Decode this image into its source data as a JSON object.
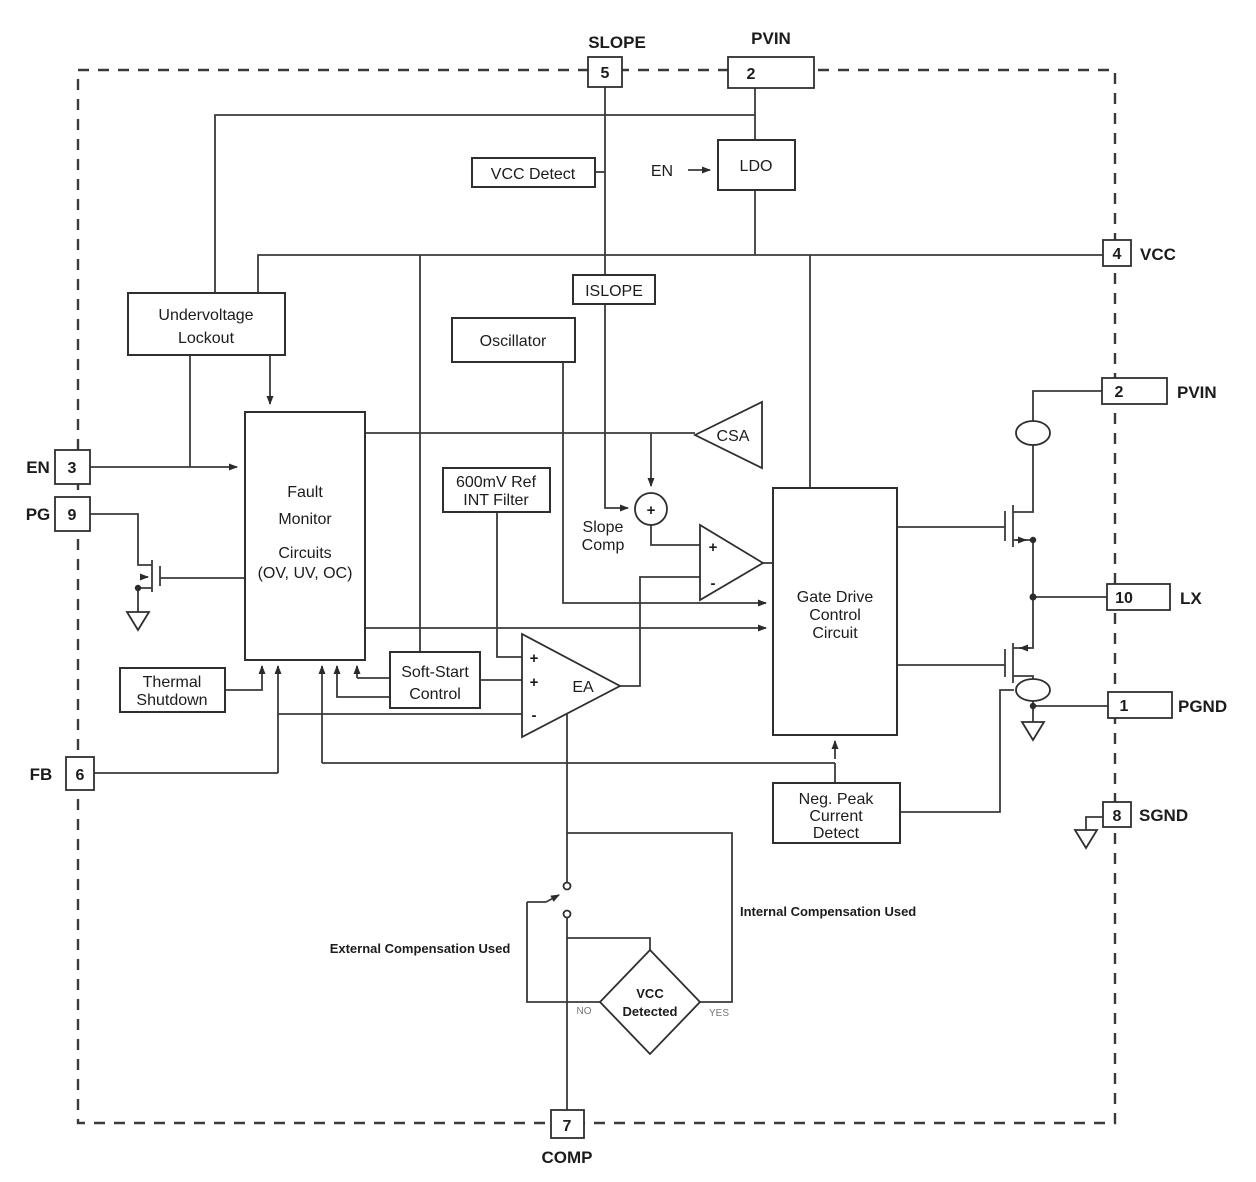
{
  "diagram_type": "ic-functional-block-diagram",
  "colors": {
    "line": "#3a3a3a",
    "text": "#1c1c1c",
    "background": "#ffffff",
    "muted_label": "#777777"
  },
  "pins": {
    "slope": {
      "number": "5",
      "label": "SLOPE"
    },
    "pvin_top": {
      "number": "2",
      "label": "PVIN"
    },
    "en": {
      "number": "3",
      "label": "EN"
    },
    "pg": {
      "number": "9",
      "label": "PG"
    },
    "fb": {
      "number": "6",
      "label": "FB"
    },
    "vcc": {
      "number": "4",
      "label": "VCC"
    },
    "pvin_right": {
      "number": "2",
      "label": "PVIN"
    },
    "lx": {
      "number": "10",
      "label": "LX"
    },
    "pgnd": {
      "number": "1",
      "label": "PGND"
    },
    "sgnd": {
      "number": "8",
      "label": "SGND"
    },
    "comp": {
      "number": "7",
      "label": "COMP"
    }
  },
  "blocks": {
    "undervoltage_lockout": {
      "line1": "Undervoltage",
      "line2": "Lockout"
    },
    "vcc_detect": {
      "label": "VCC Detect"
    },
    "ldo": {
      "label": "LDO"
    },
    "en_signal": {
      "label": "EN"
    },
    "islope": {
      "label": "ISLOPE"
    },
    "oscillator": {
      "label": "Oscillator"
    },
    "fault_monitor": {
      "line1": "Fault",
      "line2": "Monitor",
      "line3": "Circuits",
      "line4": "(OV, UV, OC)"
    },
    "ref_filter": {
      "line1": "600mV Ref",
      "line2": "INT Filter"
    },
    "thermal_shutdown": {
      "line1": "Thermal",
      "line2": "Shutdown"
    },
    "soft_start": {
      "line1": "Soft-Start",
      "line2": "Control"
    },
    "csa": {
      "label": "CSA"
    },
    "slope_comp": {
      "line1": "Slope",
      "line2": "Comp"
    },
    "error_amp": {
      "label": "EA"
    },
    "gate_drive": {
      "line1": "Gate Drive",
      "line2": "Control",
      "line3": "Circuit"
    },
    "neg_peak": {
      "line1": "Neg. Peak",
      "line2": "Current",
      "line3": "Detect"
    },
    "vcc_detected": {
      "line1": "VCC",
      "line2": "Detected"
    }
  },
  "annotations": {
    "external_comp": "External Compensation Used",
    "internal_comp": "Internal Compensation Used",
    "no": "NO",
    "yes": "YES",
    "sum_plus": "+",
    "cmp_plus": "+",
    "cmp_minus": "-",
    "ea_plus1": "+",
    "ea_plus2": "+",
    "ea_minus": "-"
  }
}
